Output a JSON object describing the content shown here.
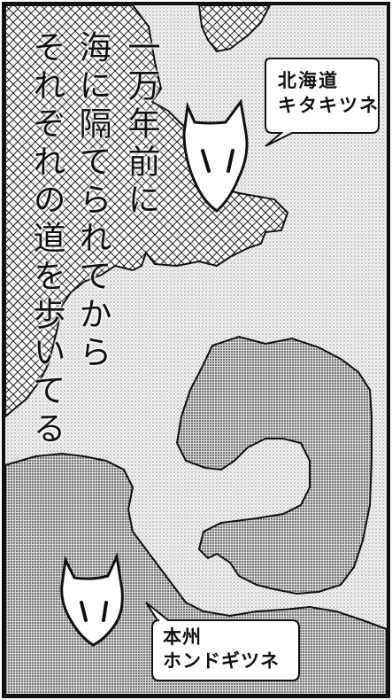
{
  "narration": {
    "columns": [
      "一万年前に",
      "海に隔てられてから",
      "それぞれの道を歩いてる"
    ]
  },
  "bubbles": {
    "hokkaido": {
      "lines": [
        "北海道",
        "キタキツネ"
      ]
    },
    "honshu": {
      "lines": [
        "本州",
        "ホンドギツネ"
      ]
    }
  },
  "colors": {
    "ink": "#111111",
    "paper": "#ffffff",
    "sea_tone": "#e6e6e6",
    "land_tone": "#bdbdbd"
  }
}
